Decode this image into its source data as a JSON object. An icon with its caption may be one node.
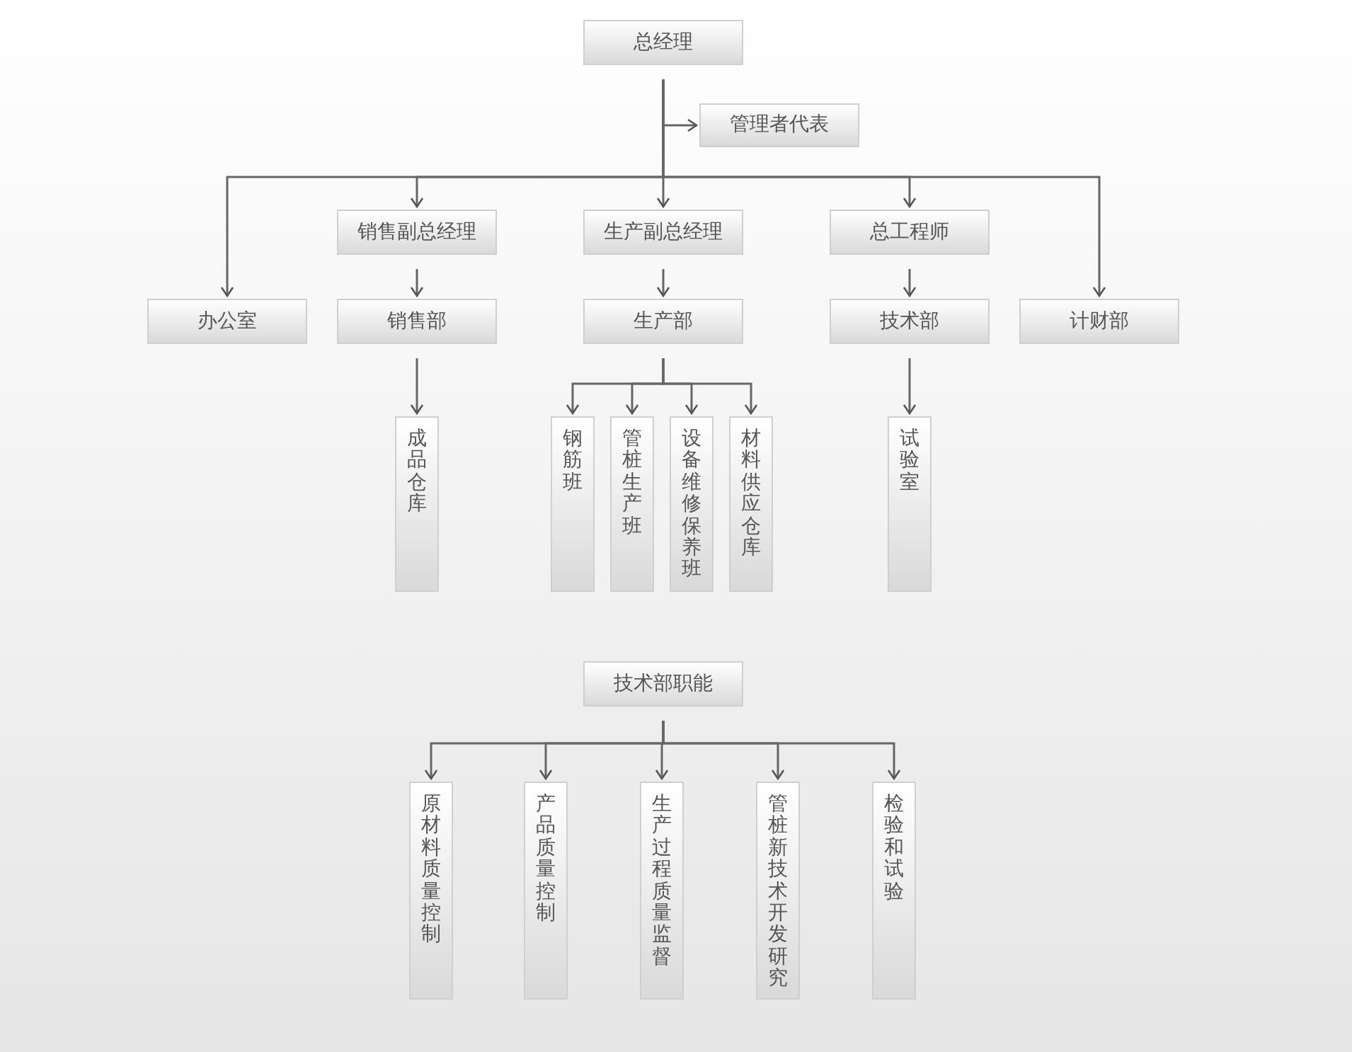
{
  "diagram": {
    "nodes": [
      {
        "text": [
          "总经理"
        ]
      },
      {
        "text": [
          "管理者代表"
        ]
      },
      {
        "text": [
          "销售副总经理"
        ]
      },
      {
        "text": [
          "生产副总经理"
        ]
      },
      {
        "text": [
          "总工程师"
        ]
      },
      {
        "text": [
          "办公室"
        ]
      },
      {
        "text": [
          "销售部"
        ]
      },
      {
        "text": [
          "生产部"
        ]
      },
      {
        "text": [
          "技术部"
        ]
      },
      {
        "text": [
          "计财部"
        ]
      },
      {
        "text": [
          "成品仓库"
        ]
      },
      {
        "text": [
          "钢筋班"
        ]
      },
      {
        "text": [
          "管桩生产班"
        ]
      },
      {
        "text": [
          "设备维修保养班"
        ]
      },
      {
        "text": [
          "材料供应仓库"
        ]
      },
      {
        "text": [
          "试验室"
        ]
      },
      {
        "text": [
          "技术部职能"
        ]
      },
      {
        "text": [
          "原材料质量控制"
        ]
      },
      {
        "text": [
          "产品质量控制"
        ]
      },
      {
        "text": [
          "生产过程质量监督"
        ]
      },
      {
        "text": [
          "管桩新技术开发研究"
        ]
      },
      {
        "text": [
          "检验和试验"
        ]
      }
    ],
    "edges": [
      {
        "from": 0,
        "to": 1,
        "arrow": "to"
      },
      {
        "from": 0,
        "to": 5,
        "arrow": "to"
      },
      {
        "from": 0,
        "to": 2,
        "arrow": "to"
      },
      {
        "from": 0,
        "to": 3,
        "arrow": "to"
      },
      {
        "from": 0,
        "to": 4,
        "arrow": "to"
      },
      {
        "from": 0,
        "to": 9,
        "arrow": "to"
      },
      {
        "from": 2,
        "to": 6,
        "arrow": "to"
      },
      {
        "from": 3,
        "to": 7,
        "arrow": "to"
      },
      {
        "from": 4,
        "to": 8,
        "arrow": "to"
      },
      {
        "from": 6,
        "to": 10,
        "arrow": "to"
      },
      {
        "from": 7,
        "to": 11,
        "arrow": "to"
      },
      {
        "from": 7,
        "to": 12,
        "arrow": "to"
      },
      {
        "from": 7,
        "to": 13,
        "arrow": "to"
      },
      {
        "from": 7,
        "to": 14,
        "arrow": "to"
      },
      {
        "from": 8,
        "to": 15,
        "arrow": "to"
      },
      {
        "from": 16,
        "to": 17,
        "arrow": "to"
      },
      {
        "from": 16,
        "to": 18,
        "arrow": "to"
      },
      {
        "from": 16,
        "to": 19,
        "arrow": "to"
      },
      {
        "from": 16,
        "to": 20,
        "arrow": "to"
      },
      {
        "from": 16,
        "to": 21,
        "arrow": "to"
      }
    ]
  }
}
